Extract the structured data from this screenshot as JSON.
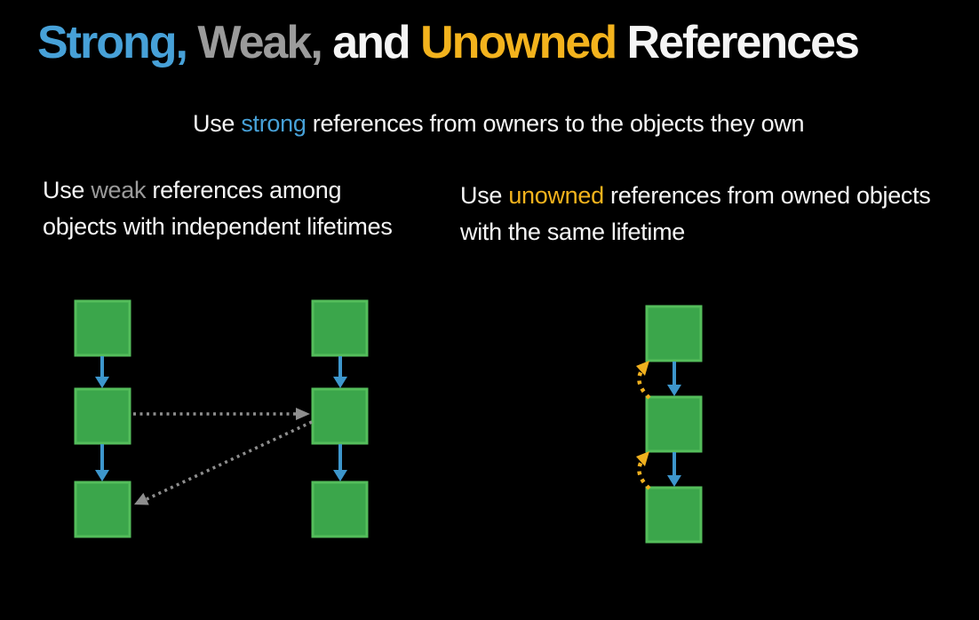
{
  "title": {
    "segments": [
      "Strong,",
      " Weak,",
      " and ",
      "Unowned",
      " References"
    ]
  },
  "subtitle": {
    "segments": [
      "Use ",
      "strong",
      " references from owners to the objects they own"
    ]
  },
  "weak_note": {
    "line1_segments": [
      "Use ",
      "weak",
      " references among"
    ],
    "line2": "objects with independent lifetimes"
  },
  "unowned_note": {
    "line1_segments": [
      "Use ",
      "unowned",
      " references from owned objects"
    ],
    "line2": "with the same lifetime"
  },
  "colors": {
    "background": "#000000",
    "text_white": "#f5f5f5",
    "strong_blue": "#47a1d8",
    "weak_gray": "#9b9b9b",
    "unowned_yellow": "#f3b31d",
    "arrow_blue": "#3d96cc",
    "arrow_gray": "#8e8e8e",
    "arrow_yellow": "#f0b01e",
    "box_fill": "#3ba64b",
    "box_border": "#54bd5b"
  },
  "diagram_data": {
    "weak_diagram": {
      "columns": 2,
      "boxes_per_column": 3,
      "strong_edges": [
        "A1->A2",
        "A2->A3",
        "B1->B2",
        "B2->B3"
      ],
      "weak_edges": [
        "A2->B2",
        "B2->A3"
      ]
    },
    "unowned_diagram": {
      "columns": 1,
      "boxes_per_column": 3,
      "strong_edges": [
        "C1->C2",
        "C2->C3"
      ],
      "unowned_edges": [
        "C2->C1",
        "C3->C2"
      ]
    }
  }
}
